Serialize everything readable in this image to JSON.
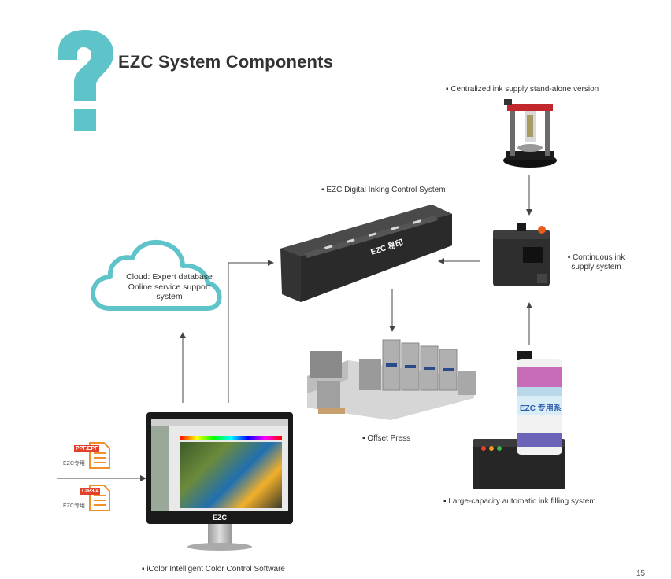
{
  "title": "EZC System Components",
  "components": {
    "centralized": "▪ Centralized ink supply stand-alone version",
    "inking": "▪ EZC Digital Inking Control System",
    "continuous_line1": "▪ Continuous ink",
    "continuous_line2": "supply system",
    "cloud_line1": "Cloud:  Expert database",
    "cloud_line2": "Online service support",
    "cloud_line3": "system",
    "press": "▪ Offset Press",
    "filling": "▪ Large-capacity automatic ink filling system",
    "software": "▪ iColor Intelligent Color Control Software"
  },
  "files": [
    {
      "tag": "PPF.EPF",
      "label": "EZC专用"
    },
    {
      "tag": "CIP3/4",
      "label": "EZC专用"
    }
  ],
  "branding": {
    "monitor_logo": "EZC",
    "unit_logo": "EZC 易印",
    "can_logo": "EZC 专用系",
    "page_mark": "15"
  },
  "colors": {
    "question_mark": "#5ec4c9",
    "cloud_stroke": "#5ec4c9",
    "arrow": "#444444",
    "doc_orange": "#f0902a",
    "doc_red": "#e2402a"
  }
}
